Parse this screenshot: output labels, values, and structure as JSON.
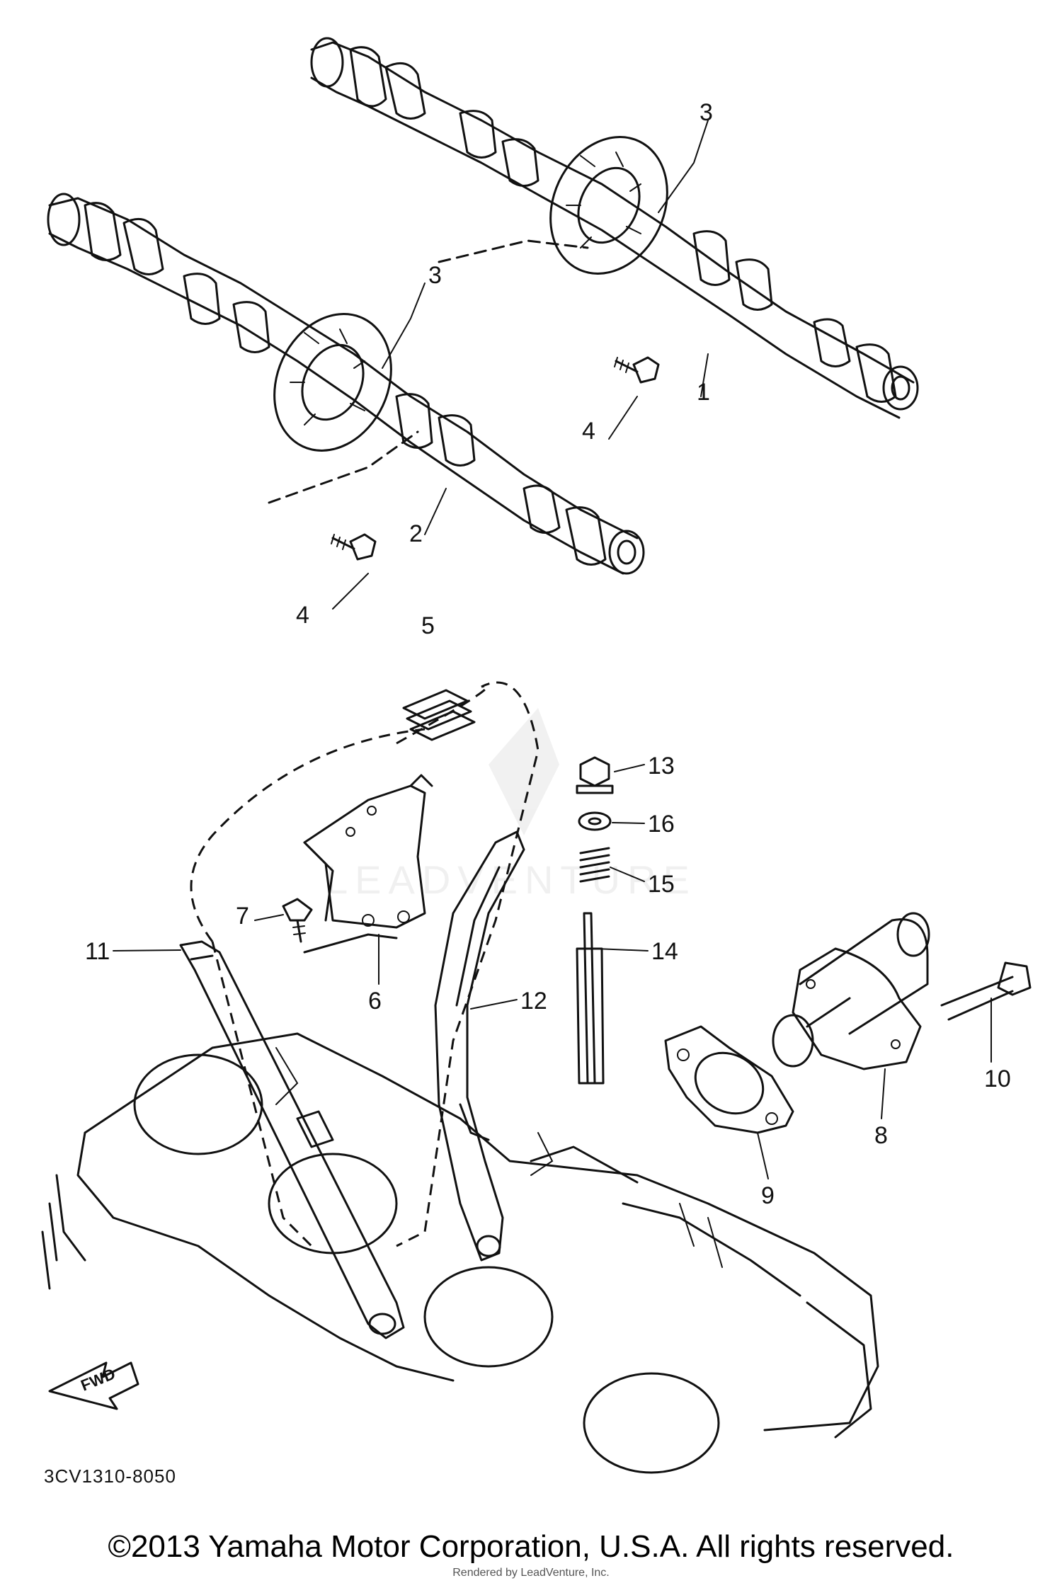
{
  "diagram": {
    "callouts": [
      "3",
      "3",
      "4",
      "4",
      "2",
      "1",
      "5",
      "13",
      "16",
      "15",
      "14",
      "7",
      "11",
      "6",
      "12",
      "10",
      "8",
      "9"
    ],
    "fwd_label": "FWD",
    "part_code": "3CV1310-8050",
    "watermark": "LEADVENTURE",
    "copyright": "©2013 Yamaha Motor Corporation, U.S.A. All rights reserved.",
    "rendered_by": "Rendered by LeadVenture, Inc."
  }
}
